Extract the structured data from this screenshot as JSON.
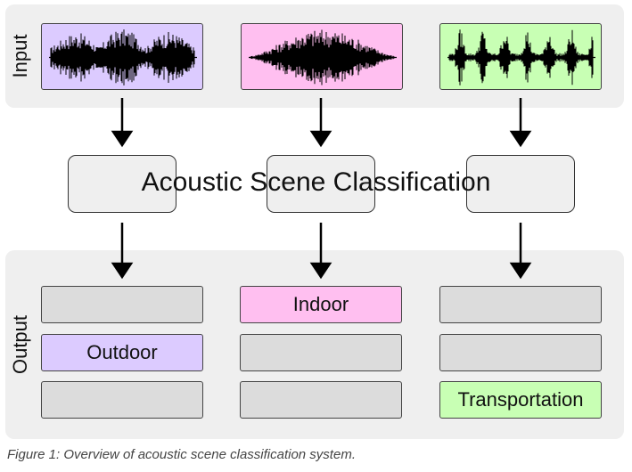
{
  "input_label": "Input",
  "output_label": "Output",
  "classifier_label": "Acoustic Scene Classification",
  "caption": "Figure 1: Overview of acoustic scene classification system.",
  "inputs": [
    {
      "color": "#dccbff",
      "wave_icon": "audio-waveform-icon"
    },
    {
      "color": "#ffbff0",
      "wave_icon": "audio-waveform-icon"
    },
    {
      "color": "#c8ffb4",
      "wave_icon": "audio-waveform-icon"
    }
  ],
  "outputs": [
    {
      "boxes": [
        {
          "label": "",
          "color": "#dcdcdc"
        },
        {
          "label": "Outdoor",
          "color": "#dccbff"
        },
        {
          "label": "",
          "color": "#dcdcdc"
        }
      ]
    },
    {
      "boxes": [
        {
          "label": "Indoor",
          "color": "#ffbff0"
        },
        {
          "label": "",
          "color": "#dcdcdc"
        },
        {
          "label": "",
          "color": "#dcdcdc"
        }
      ]
    },
    {
      "boxes": [
        {
          "label": "",
          "color": "#dcdcdc"
        },
        {
          "label": "",
          "color": "#dcdcdc"
        },
        {
          "label": "Transportation",
          "color": "#c8ffb4"
        }
      ]
    }
  ]
}
